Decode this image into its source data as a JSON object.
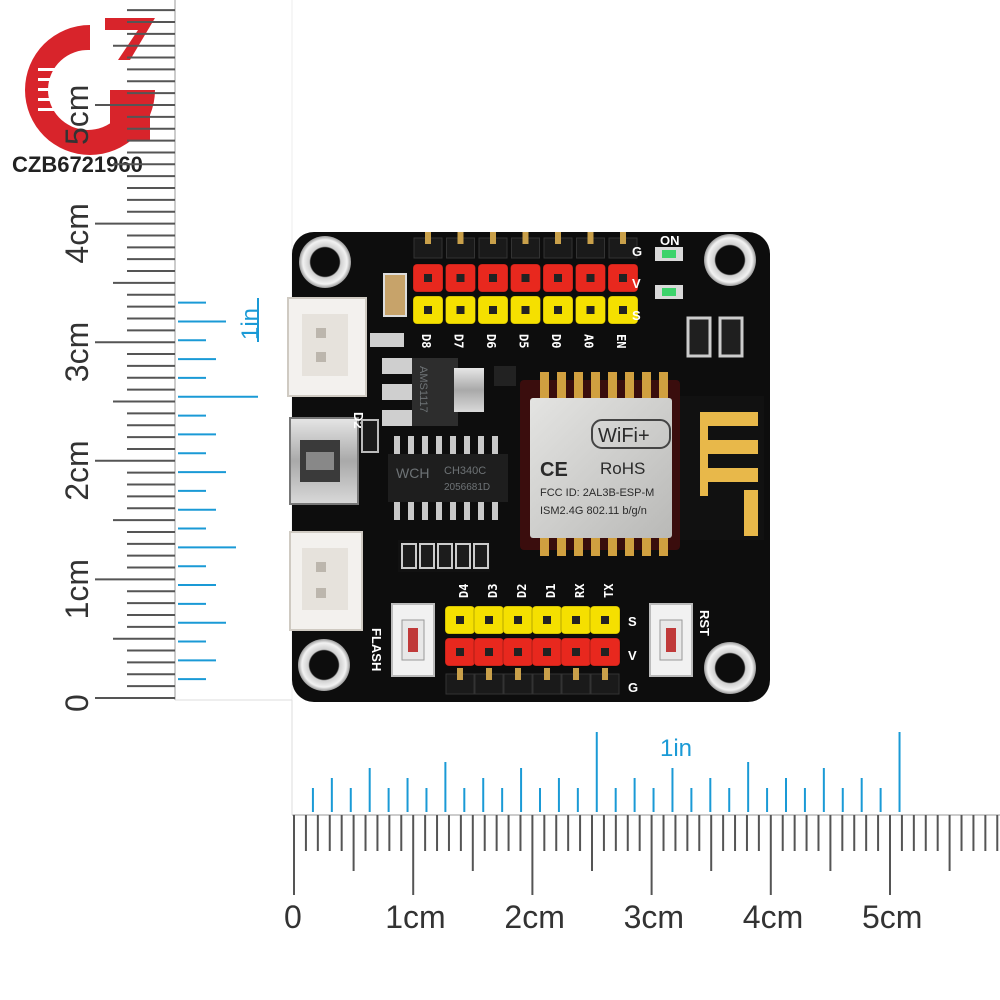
{
  "watermark": {
    "text": "CZB6721960"
  },
  "ruler_vertical": {
    "cm_labels": [
      "0",
      "1cm",
      "2cm",
      "3cm",
      "4cm",
      "5cm"
    ],
    "inch_label": "1in"
  },
  "ruler_horizontal": {
    "cm_labels": [
      "0",
      "1cm",
      "2cm",
      "3cm",
      "4cm",
      "5cm"
    ],
    "inch_label": "1in"
  },
  "board": {
    "top_header_labels": [
      "D8",
      "D7",
      "D6",
      "D5",
      "D0",
      "A0",
      "EN"
    ],
    "bottom_header_labels": [
      "D4",
      "D3",
      "D2",
      "D1",
      "RX",
      "TX"
    ],
    "row_letters_top": [
      "G",
      "V",
      "S"
    ],
    "row_letters_bottom": [
      "S",
      "V",
      "G"
    ],
    "led_label": "ON",
    "diode_label": "D2",
    "flash_label": "FLASH",
    "reset_label": "RST",
    "usb_chip": {
      "brand": "WCH",
      "model": "CH340C",
      "code": "2056681D"
    },
    "regulator": {
      "text": "AMS1117"
    },
    "wifi_module": {
      "badge": "WiFi+",
      "ce": "CE",
      "rohs": "RoHS",
      "fcc": "FCC ID: 2AL3B-ESP-M",
      "band": "ISM2.4G  802.11 b/g/n"
    }
  },
  "colors": {
    "pcb": "#0d0d0d",
    "header_red": "#e8281e",
    "header_yellow": "#f5e000",
    "ruler_blue": "#1a9ad6",
    "silkscreen": "#ffffff"
  }
}
